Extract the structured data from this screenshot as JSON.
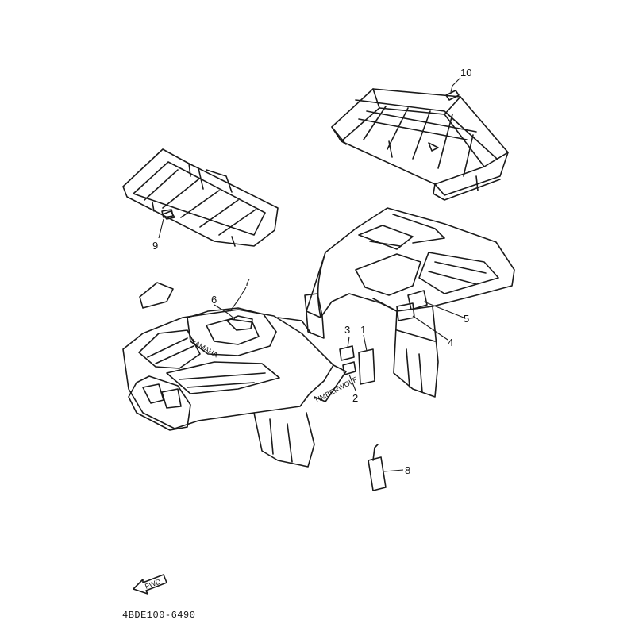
{
  "callouts": [
    "1",
    "2",
    "3",
    "4",
    "5",
    "6",
    "7",
    "8",
    "9",
    "10"
  ],
  "fwd_label": "FWD",
  "fender_brand_text": "YAMAHA",
  "decal_text": "TIMBERWOLF",
  "diagram_code": "4BDE100-6490"
}
